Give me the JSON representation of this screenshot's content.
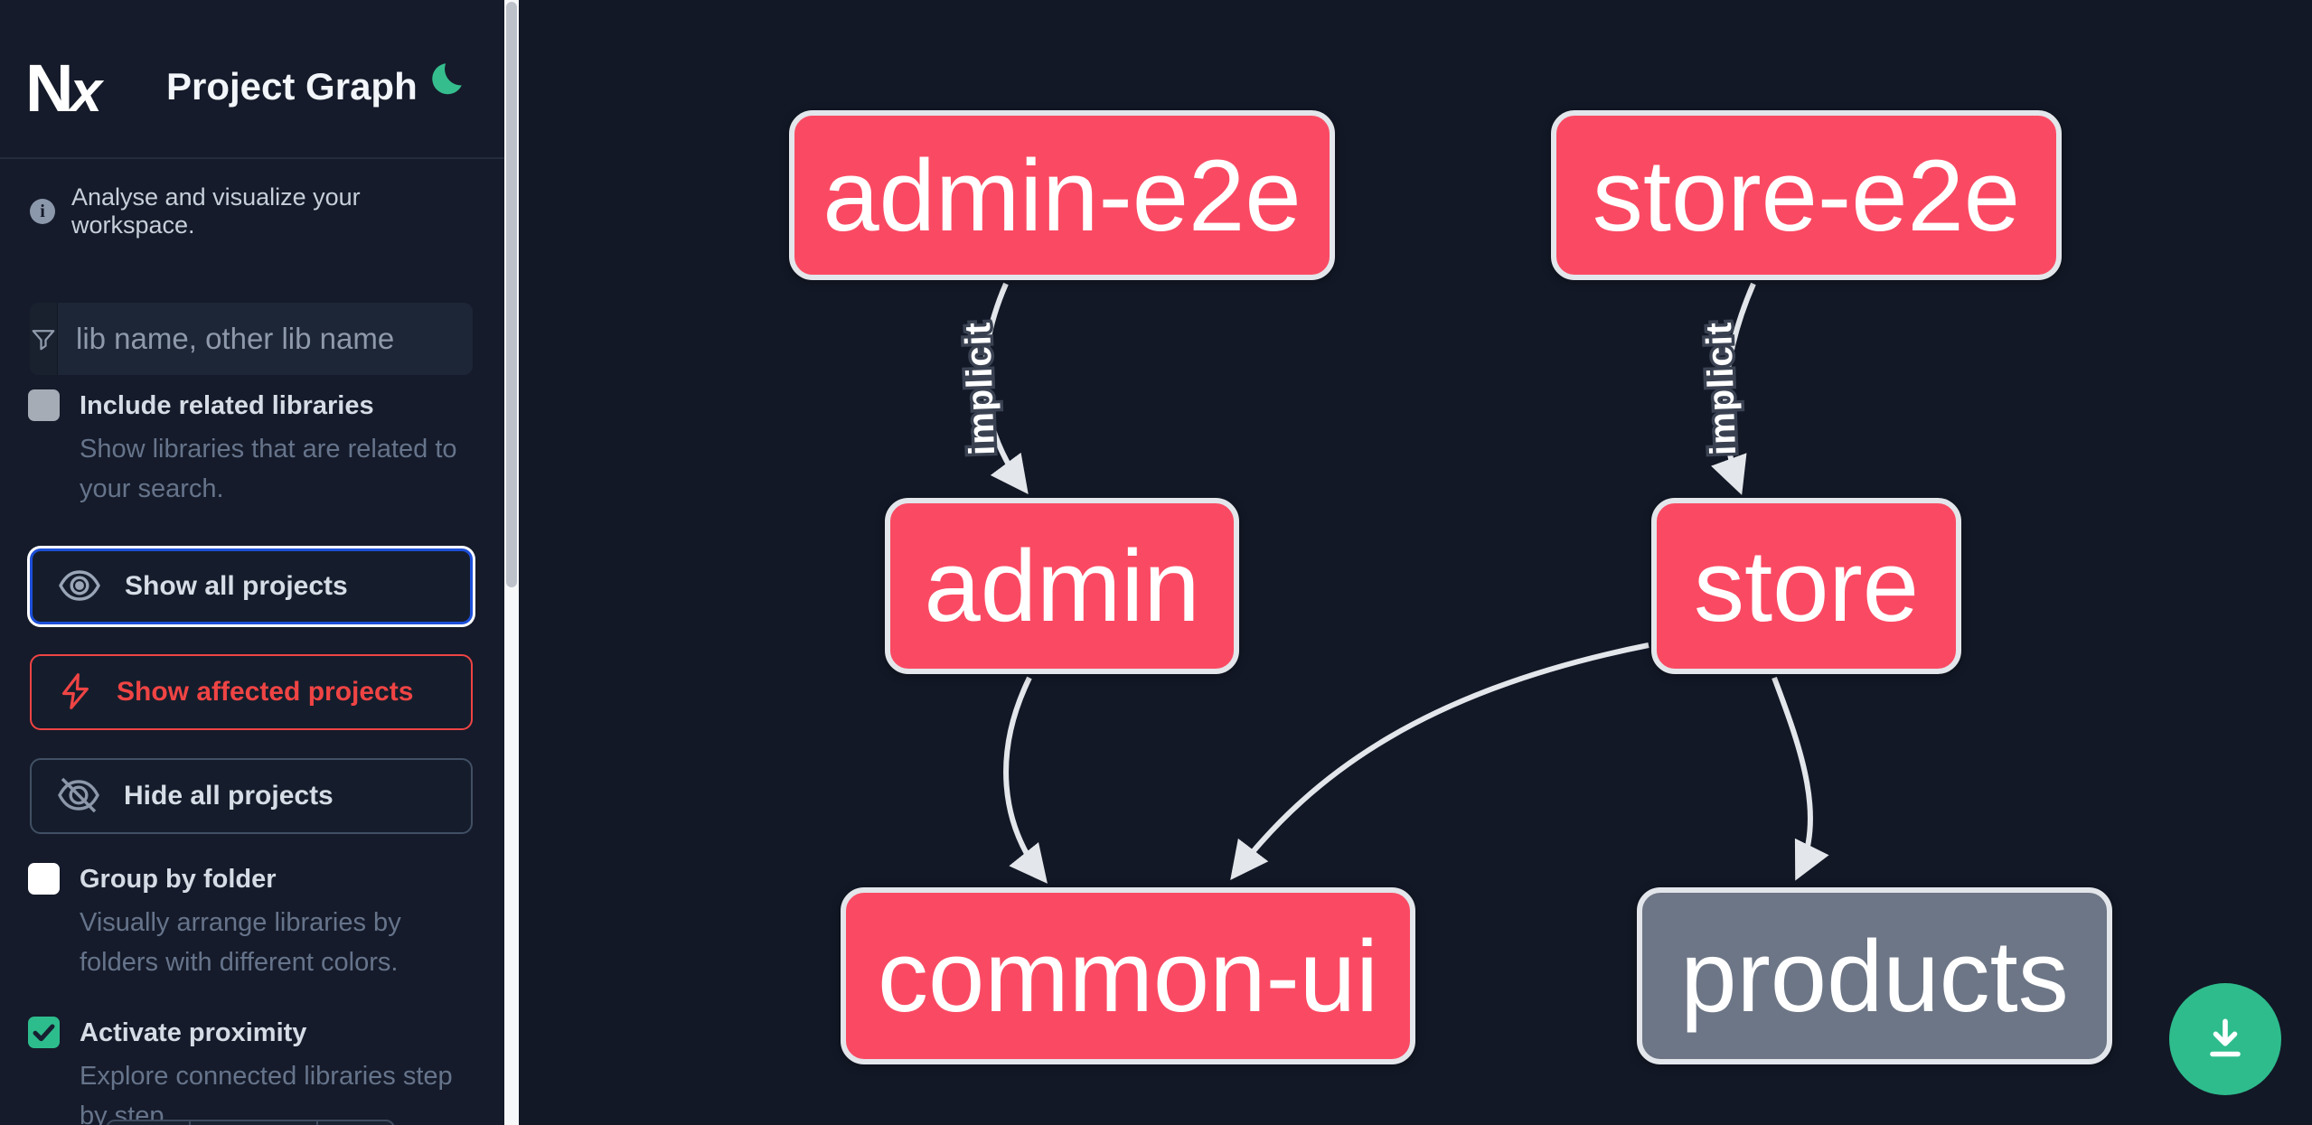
{
  "header": {
    "logo": "Nx",
    "title": "Project Graph",
    "theme_toggle_icon": "moon-icon"
  },
  "sidebar": {
    "info": "Analyse and visualize your workspace.",
    "search": {
      "placeholder": "lib name, other lib name",
      "icon": "filter-icon"
    },
    "checkboxes": [
      {
        "label": "Include related libraries",
        "description": "Show libraries that are related to your search.",
        "checked": false
      },
      {
        "label": "Group by folder",
        "description": "Visually arrange libraries by folders with different colors.",
        "checked": false
      },
      {
        "label": "Activate proximity",
        "description": "Explore connected libraries step by step.",
        "checked": true
      }
    ],
    "buttons": [
      {
        "label": "Show all projects",
        "icon": "eye-icon",
        "state": "focused"
      },
      {
        "label": "Show affected projects",
        "icon": "bolt-icon",
        "variant": "danger"
      },
      {
        "label": "Hide all projects",
        "icon": "eye-off-icon",
        "variant": "default"
      }
    ]
  },
  "graph": {
    "nodes": [
      {
        "label": "admin-e2e",
        "color": "pink"
      },
      {
        "label": "store-e2e",
        "color": "pink"
      },
      {
        "label": "admin",
        "color": "pink"
      },
      {
        "label": "store",
        "color": "pink"
      },
      {
        "label": "common-ui",
        "color": "pink"
      },
      {
        "label": "products",
        "color": "gray"
      }
    ],
    "edges": [
      {
        "from": "admin-e2e",
        "to": "admin",
        "label": "implicit"
      },
      {
        "from": "store-e2e",
        "to": "store",
        "label": "implicit"
      },
      {
        "from": "admin",
        "to": "common-ui",
        "label": ""
      },
      {
        "from": "store",
        "to": "common-ui",
        "label": ""
      },
      {
        "from": "store",
        "to": "products",
        "label": ""
      }
    ]
  },
  "fab": {
    "icon": "download-icon"
  },
  "colors": {
    "canvas_bg": "#121826",
    "sidebar_bg": "#151b2a",
    "node_pink": "#fa4a63",
    "node_gray": "#6d7686",
    "node_border": "#e3e6ea",
    "edge": "#e3e6ea",
    "focus_blue": "#1d4fd8",
    "danger_red": "#ef4444",
    "proximity_green": "#2dbd8d",
    "fab_green": "#2ebc8c"
  }
}
